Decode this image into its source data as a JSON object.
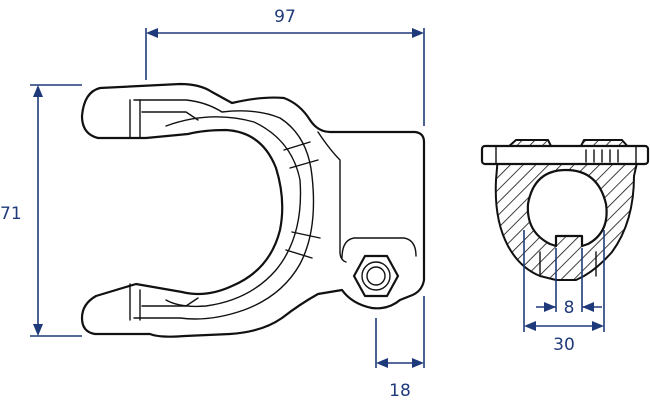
{
  "diagram": {
    "dimensions": {
      "overall_length": "97",
      "overall_height": "71",
      "bolt_offset": "18",
      "keyway_width": "8",
      "bore_width": "30"
    },
    "colors": {
      "dimension": "#1f3a7a",
      "outline": "#111111",
      "background": "#ffffff"
    }
  }
}
